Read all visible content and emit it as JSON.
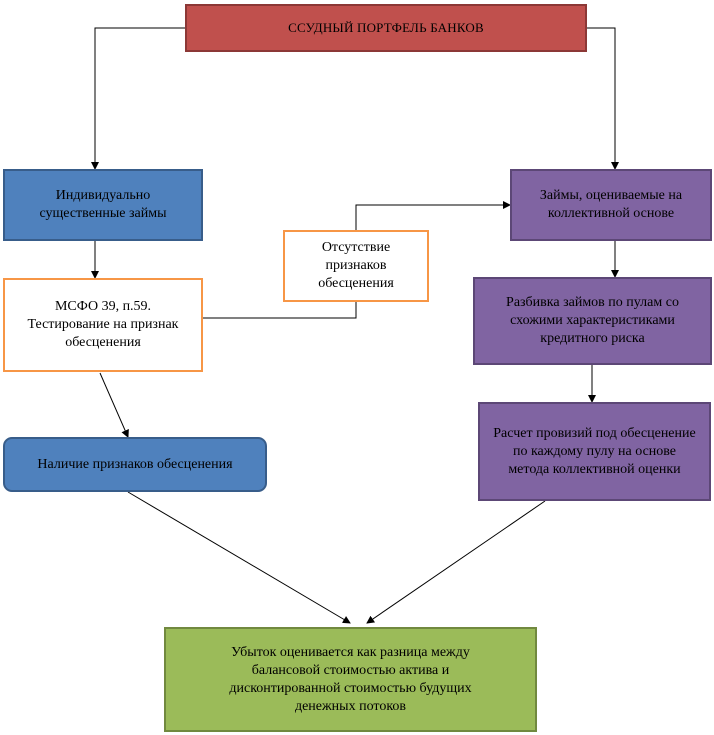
{
  "diagram": {
    "title": "ССУДНЫЙ ПОРТФЕЛЬ БАНКОВ",
    "individual_loans": "Индивидуально существенные займы",
    "collective_loans": "Займы, оцениваемые на коллективной основе",
    "ifrs_test": "МСФО 39, п.59. Тестирование на признак обесценения",
    "no_impairment_signs": "Отсутствие признаков обесценения",
    "pool_breakdown": "Разбивка займов по пулам со схожими характеристиками кредитного риска",
    "impairment_signs": "Наличие признаков обесценения",
    "provision_calc": "Расчет провизий под обесценение по каждому пулу на основе метода коллективной оценки",
    "loss_definition": "Убыток оценивается как разница между балансовой стоимостью актива и дисконтированной стоимостью будущих денежных потоков"
  },
  "colors": {
    "title_box": "#c0504d",
    "individual_box": "#4f81bd",
    "collective_box": "#8064a2",
    "result_box": "#9bbb59",
    "test_box_border": "#f79646"
  }
}
